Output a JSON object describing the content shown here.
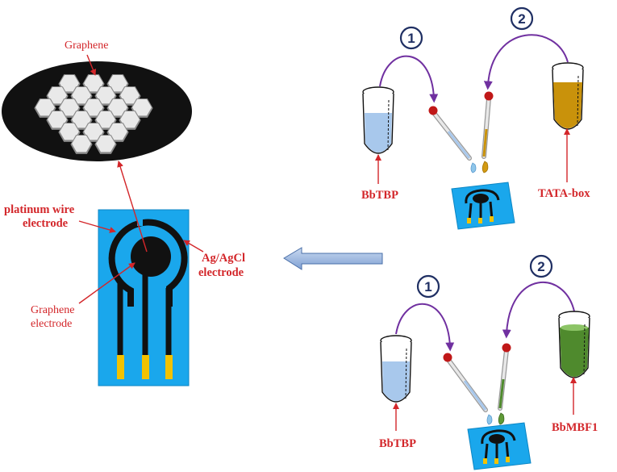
{
  "labels": {
    "graphene_top": "Graphene",
    "platinum_line1": "platinum wire",
    "platinum_line2": "electrode",
    "agcl_line1": "Ag/AgCl",
    "agcl_line2": "electrode",
    "graphene_el_line1": "Graphene",
    "graphene_el_line2": "electrode",
    "bbtbp_top": "BbTBP",
    "tata_box": "TATA-box",
    "bbtbp_bottom": "BbTBP",
    "bbmbf1": "BbMBF1"
  },
  "steps": {
    "top_step1": "1",
    "top_step2": "2",
    "bottom_step1": "1",
    "bottom_step2": "2"
  },
  "colors": {
    "label_red": "#d3262a",
    "arrow_purple": "#7030a0",
    "electrode_blue": "#1aa7ec",
    "black_trace": "#111111",
    "gold_contact": "#f2c200",
    "buffer_blue": "#a8c8ec",
    "tata_gold": "#c9920b",
    "mbf1_green": "#4f8a2d",
    "step_circle_border": "#1f2f63"
  }
}
